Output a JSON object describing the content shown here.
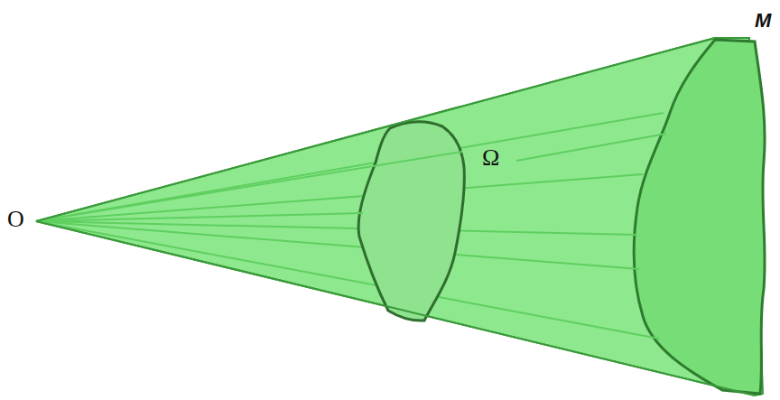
{
  "diagram": {
    "labels": [
      "O",
      "Ω",
      "M"
    ]
  }
}
